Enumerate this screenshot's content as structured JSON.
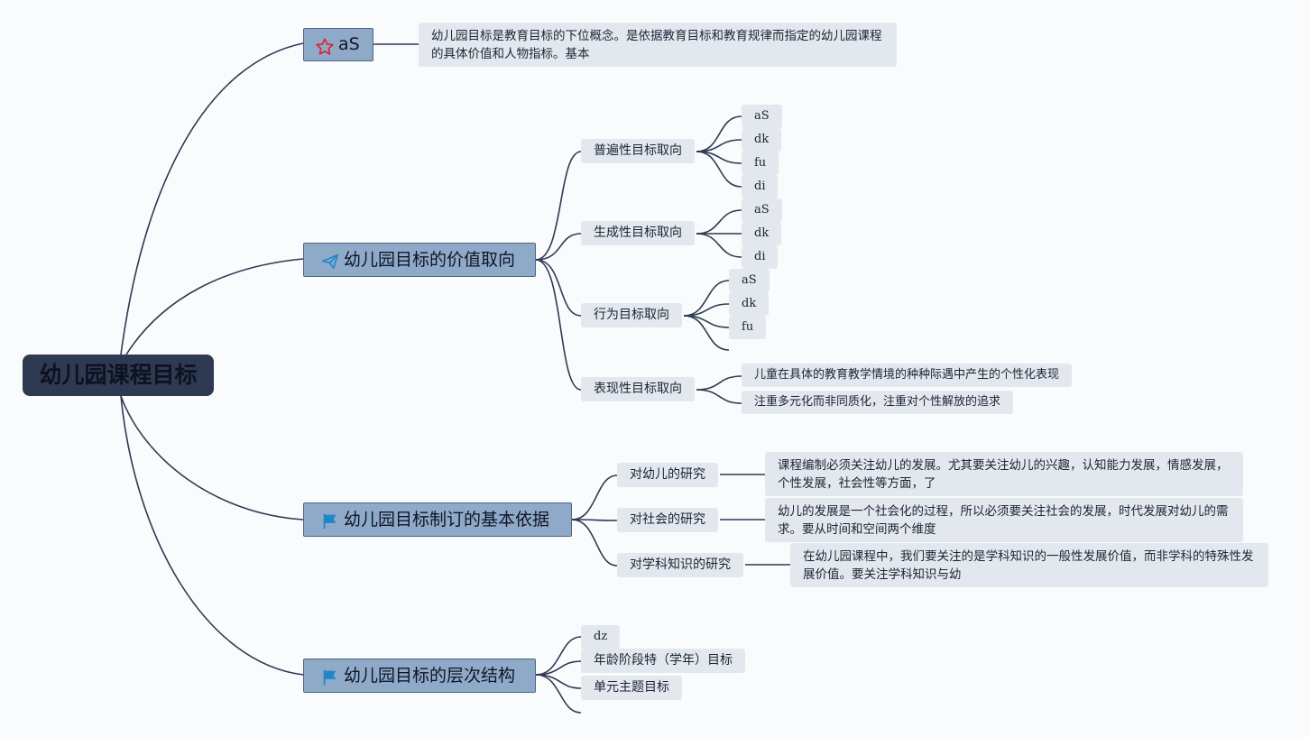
{
  "root": "幼儿园课程目标",
  "branches": [
    {
      "label": "aS",
      "icon": "star-icon",
      "note": "幼儿园目标是教育目标的下位概念。是依据教育目标和教育规律而指定的幼儿园课程的具体价值和人物指标。基本"
    },
    {
      "label": "幼儿园目标的价值取向",
      "icon": "paper-plane-icon",
      "children": [
        {
          "label": "普遍性目标取向",
          "leaves": [
            "aS",
            "dk",
            "fu",
            "di"
          ]
        },
        {
          "label": "生成性目标取向",
          "leaves": [
            "aS",
            "dk",
            "di"
          ]
        },
        {
          "label": "行为目标取向",
          "leaves": [
            "aS",
            "dk",
            "fu",
            ""
          ]
        },
        {
          "label": "表现性目标取向",
          "leaves": [
            "儿童在具体的教育教学情境的种种际遇中产生的个性化表现",
            "注重多元化而非同质化，注重对个性解放的追求"
          ]
        }
      ]
    },
    {
      "label": "幼儿园目标制订的基本依据",
      "icon": "flag-icon",
      "children": [
        {
          "label": "对幼儿的研究",
          "note": "课程编制必须关注幼儿的发展。尤其要关注幼儿的兴趣，认知能力发展，情感发展，个性发展，社会性等方面，了"
        },
        {
          "label": "对社会的研究",
          "note": "幼儿的发展是一个社会化的过程，所以必须要关注社会的发展，时代发展对幼儿的需求。要从时间和空间两个维度"
        },
        {
          "label": "对学科知识的研究",
          "note": "在幼儿园课程中，我们要关注的是学科知识的一般性发展价值，而非学科的特殊性发展价值。要关注学科知识与幼"
        }
      ]
    },
    {
      "label": "幼儿园目标的层次结构",
      "icon": "flag-icon",
      "children": [
        {
          "label": "dz"
        },
        {
          "label": "年龄阶段特（学年）目标"
        },
        {
          "label": "单元主题目标"
        },
        {
          "label": ""
        }
      ]
    }
  ]
}
